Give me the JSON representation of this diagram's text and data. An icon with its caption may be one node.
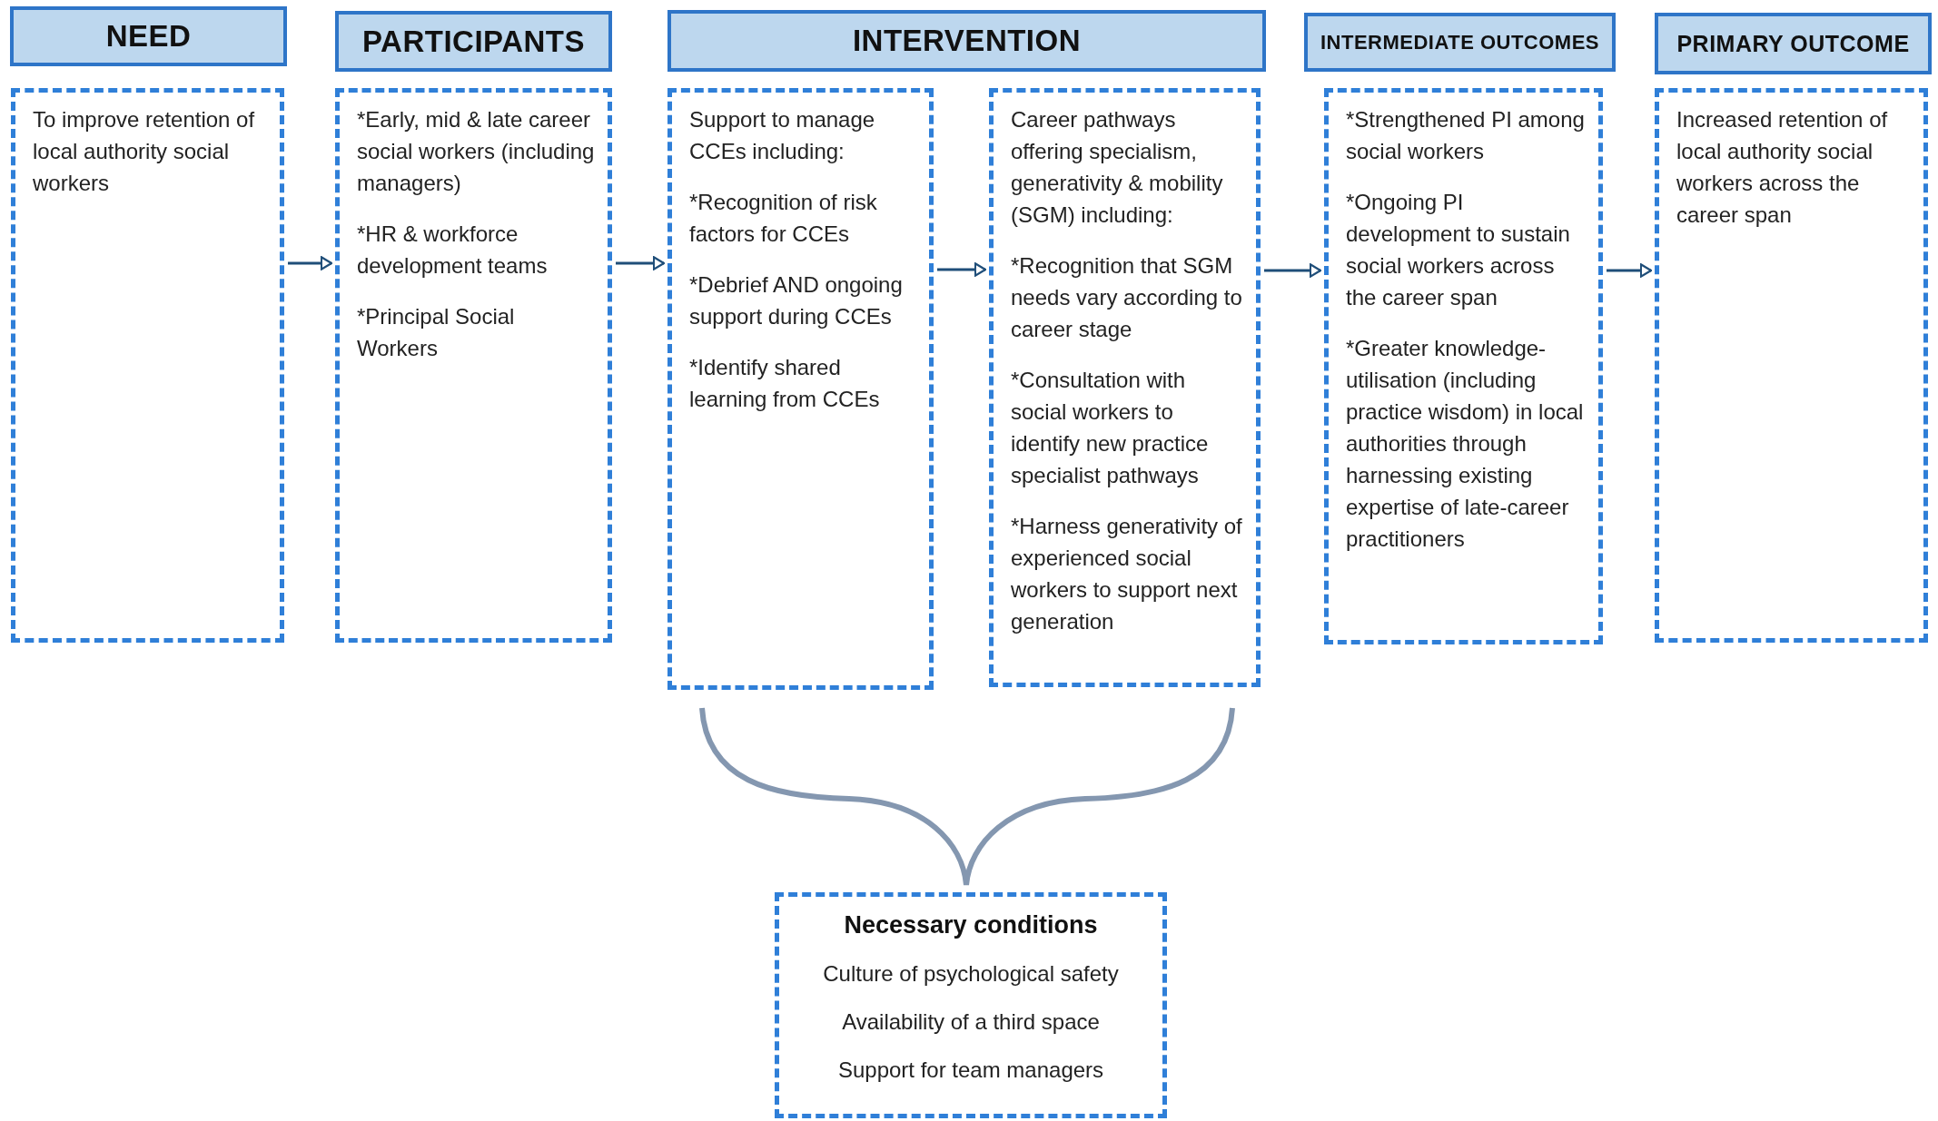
{
  "diagram": {
    "nodes": [
      {
        "text": [
          "NEED"
        ]
      },
      {
        "text": [
          "PARTICIPANTS"
        ]
      },
      {
        "text": [
          "INTERVENTION"
        ]
      },
      {
        "text": [
          "INTERMEDIATE OUTCOMES"
        ]
      },
      {
        "text": [
          "PRIMARY OUTCOME"
        ]
      },
      {
        "text": [
          "To improve retention of local authority social workers"
        ]
      },
      {
        "text": [
          "*Early, mid & late career social workers (including managers)",
          "*HR & workforce development teams",
          "*Principal Social Workers"
        ]
      },
      {
        "text": [
          "Support to manage CCEs including:",
          "*Recognition of risk factors for CCEs",
          "*Debrief AND ongoing support during CCEs",
          "*Identify shared learning from CCEs"
        ]
      },
      {
        "text": [
          "Career pathways offering specialism, generativity & mobility (SGM) including:",
          "*Recognition that SGM needs vary according to career stage",
          "*Consultation with social workers to identify new practice specialist pathways",
          "*Harness generativity of experienced social workers to support next generation"
        ]
      },
      {
        "text": [
          "*Strengthened PI among social workers",
          "*Ongoing PI development to sustain social workers across the career span",
          "*Greater knowledge-utilisation (including practice wisdom) in local authorities through harnessing existing expertise of late-career practitioners"
        ]
      },
      {
        "text": [
          "Increased retention of local authority social workers across the career span"
        ]
      },
      {
        "text": [
          "Necessary conditions",
          "Culture of psychological safety",
          "Availability of a third space",
          "Support for team managers"
        ]
      }
    ],
    "edges": [
      {
        "from": 5,
        "to": 6,
        "arrow": "to"
      },
      {
        "from": 6,
        "to": 7,
        "arrow": "to"
      },
      {
        "from": 7,
        "to": 8,
        "arrow": "to"
      },
      {
        "from": 8,
        "to": 9,
        "arrow": "to"
      },
      {
        "from": 9,
        "to": 10,
        "arrow": "to"
      }
    ]
  }
}
